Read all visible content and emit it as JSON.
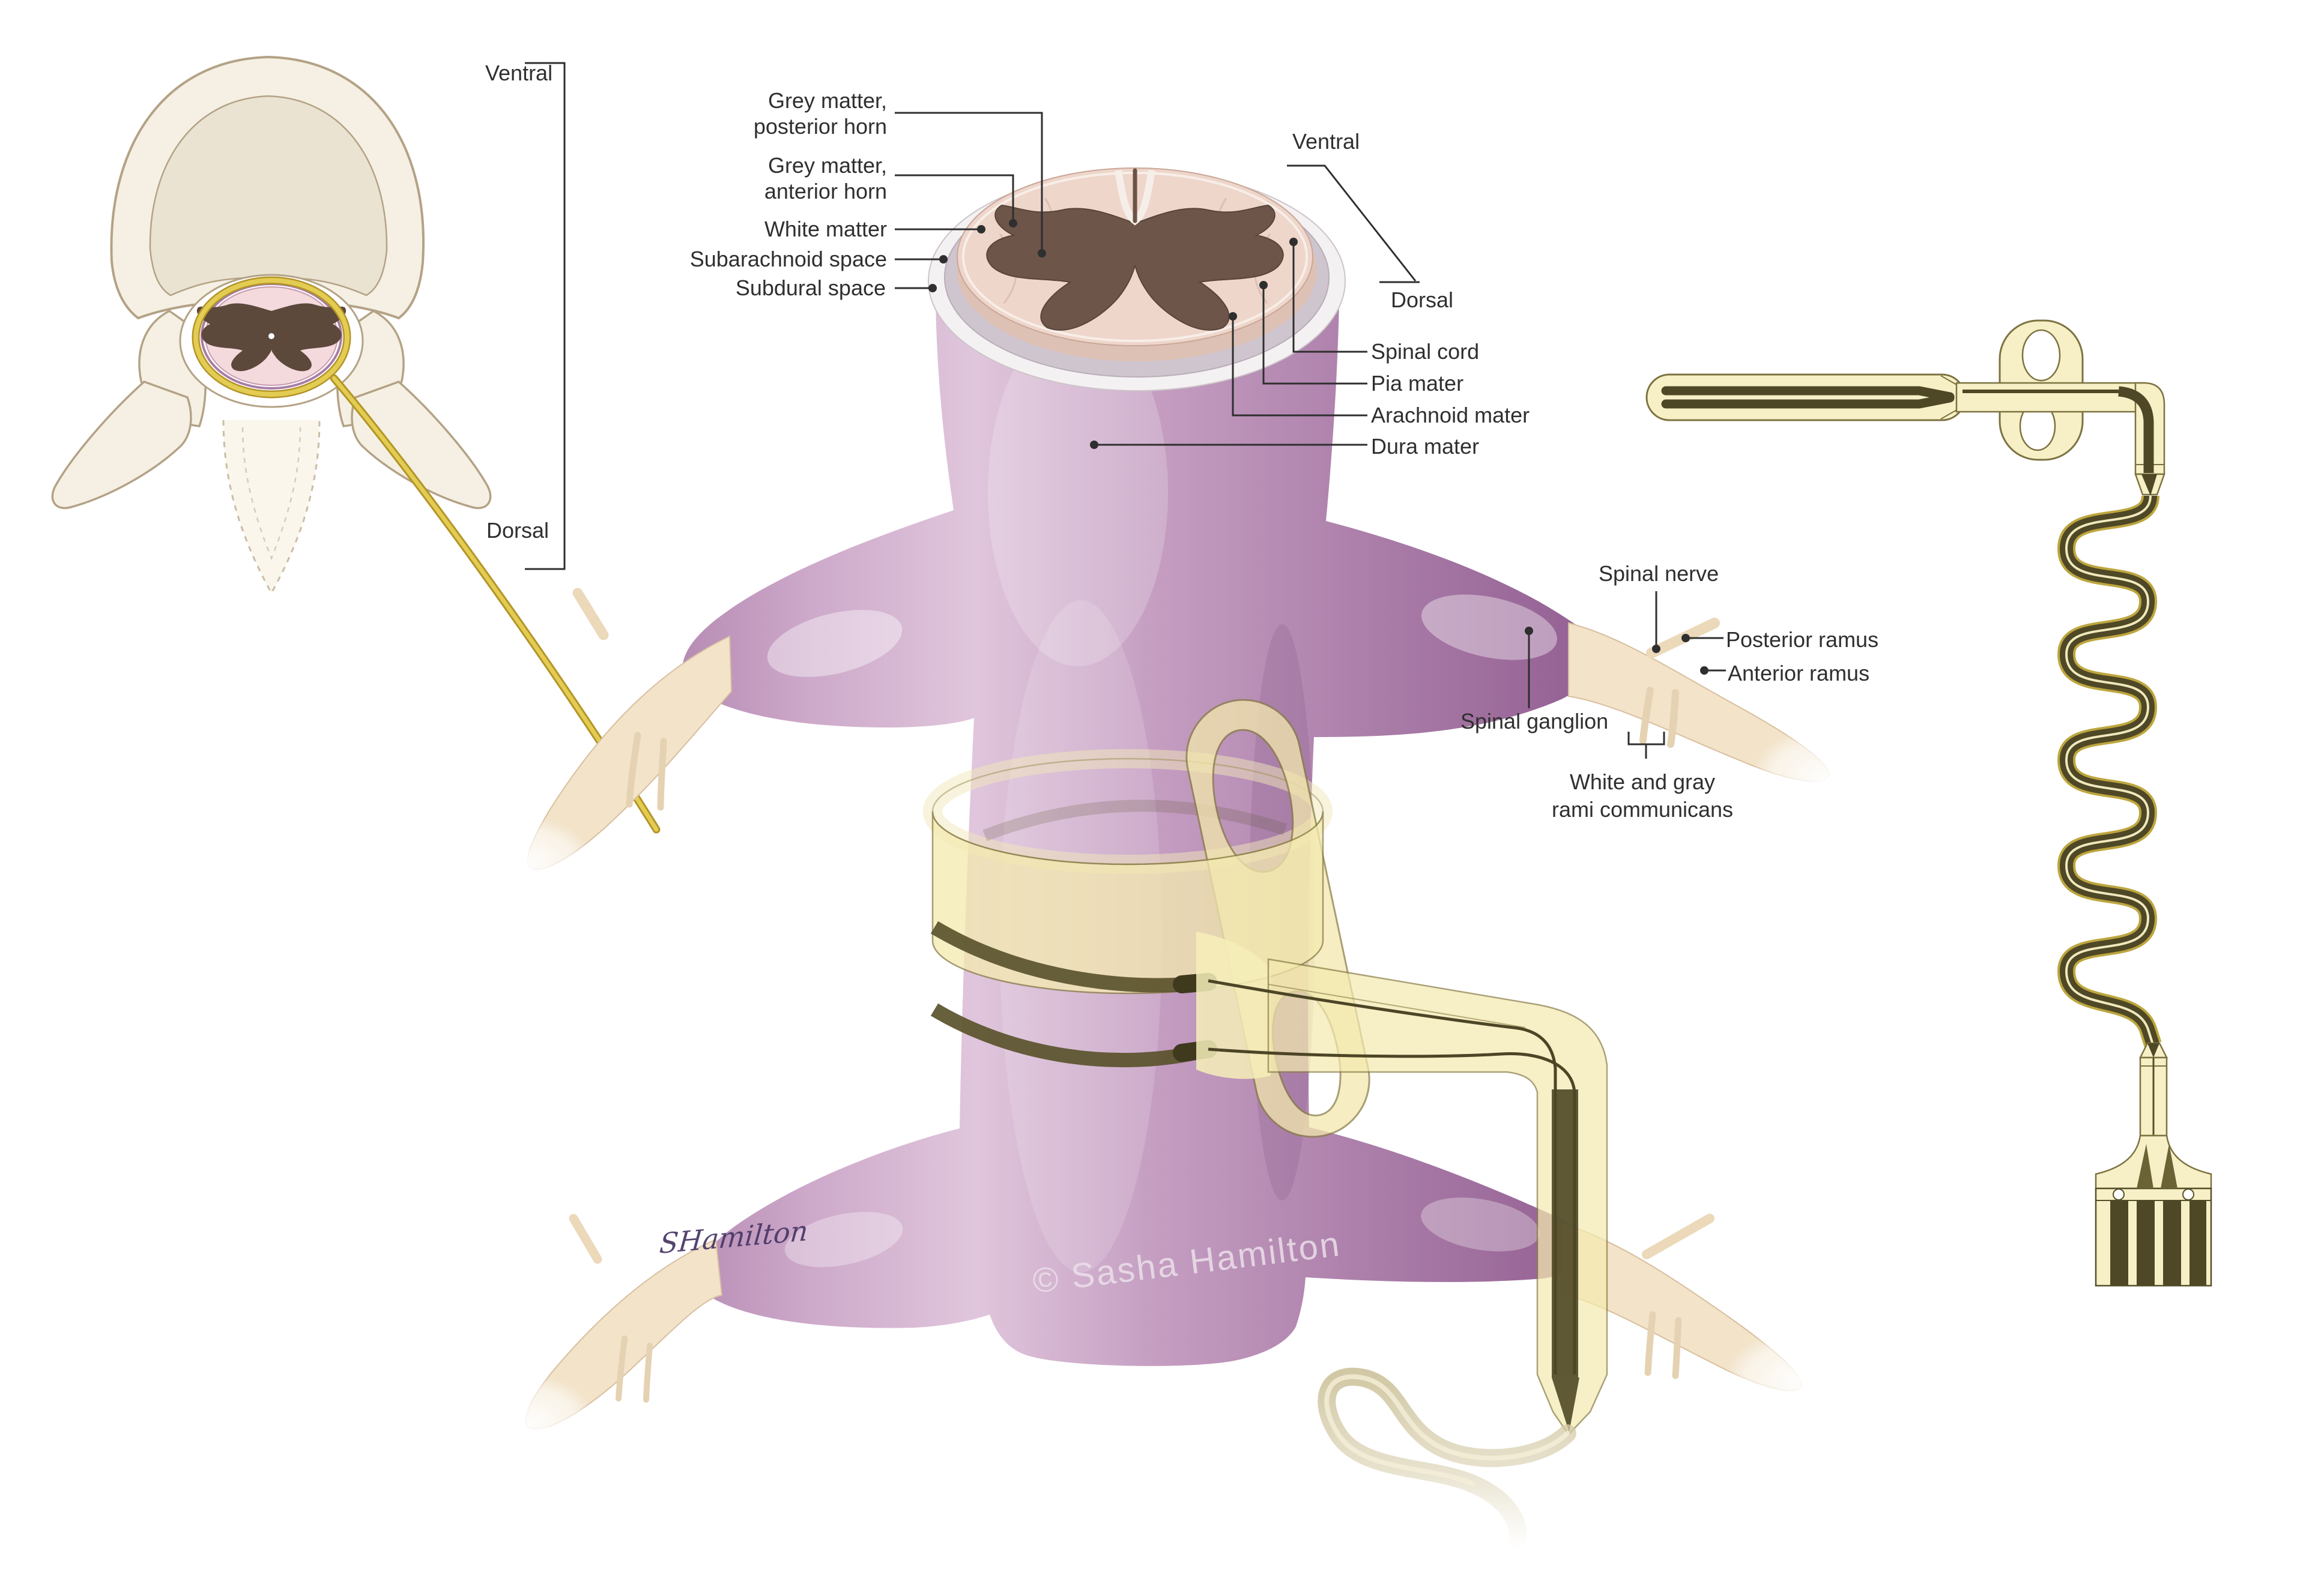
{
  "figure": {
    "type": "medical-illustration",
    "subject": "Spinal cord anatomy with implanted cuff electrode device and vertebra cross-section",
    "background": "#ffffff"
  },
  "labels": {
    "left_bracket_top": "Ventral",
    "left_bracket_bottom": "Dorsal",
    "grey_posterior": "Grey matter,\nposterior horn",
    "grey_anterior": "Grey matter,\nanterior horn",
    "white_matter": "White matter",
    "subarachnoid_space": "Subarachnoid space",
    "subdural_space": "Subdural space",
    "ventral": "Ventral",
    "dorsal": "Dorsal",
    "spinal_cord": "Spinal cord",
    "pia_mater": "Pia mater",
    "arachnoid_mater": "Arachnoid mater",
    "dura_mater": "Dura mater",
    "spinal_nerve": "Spinal nerve",
    "posterior_ramus": "Posterior ramus",
    "anterior_ramus": "Anterior ramus",
    "spinal_ganglion": "Spinal ganglion",
    "rami_communicans": "White and gray\nrami communicans",
    "signature": "SHamilton",
    "watermark": "© Sasha Hamilton"
  },
  "colors": {
    "label": "#2f2f2f",
    "leader": "#2f2f2f",
    "purple": "#b98fb6",
    "cord_pink": "#eed6cb",
    "grey_matter": "#6d5549",
    "nerve_cream": "#f2e3c9",
    "device_yellow": "#f7f0c6",
    "electrode_dark": "#4f4826",
    "device_outline": "#7c7240",
    "bone": "#f5f0e3",
    "bone_outline": "#b4a286",
    "signature": "#4b3a68",
    "watermark": "#ece0ea"
  }
}
